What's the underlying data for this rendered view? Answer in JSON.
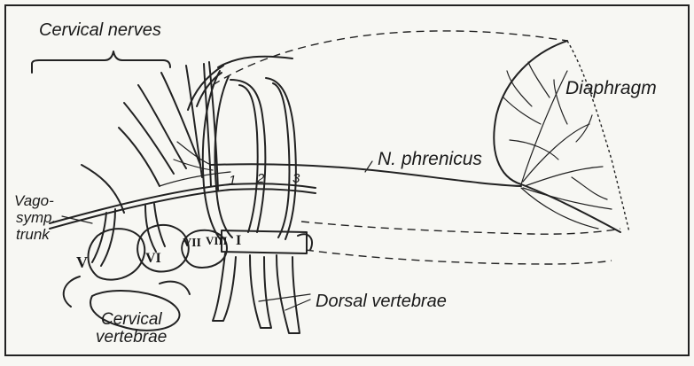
{
  "labels": {
    "cervical_nerves": "Cervical nerves",
    "diaphragm": "Diaphragm",
    "n_phrenicus": "N. phrenicus",
    "vago_line1": "Vago-",
    "vago_line2": "symp.",
    "vago_line3": "trunk",
    "dorsal_vertebrae": "Dorsal vertebrae",
    "cervical_vertebrae_line1": "Cervical",
    "cervical_vertebrae_line2": "vertebrae"
  },
  "numerals": {
    "v": "V",
    "vi": "VI",
    "vii": "VII",
    "viii": "VIII",
    "i": "I",
    "rib1": "1",
    "rib2": "2",
    "rib3": "3"
  }
}
